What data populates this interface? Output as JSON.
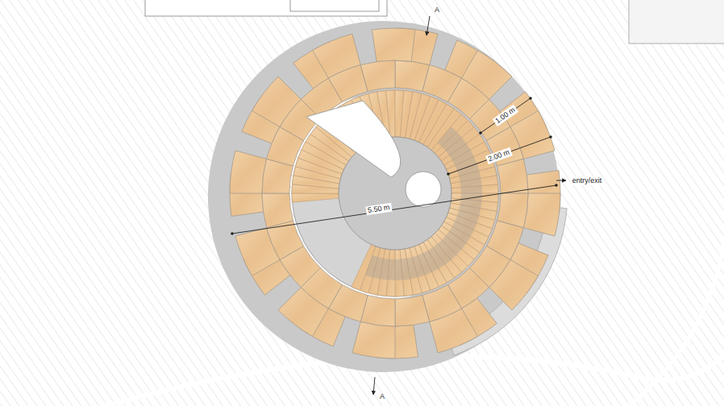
{
  "diagram": {
    "labels": [
      "A",
      "1.00 m",
      "2.00 m",
      "entry/exit",
      "5.50 m",
      "A"
    ]
  }
}
